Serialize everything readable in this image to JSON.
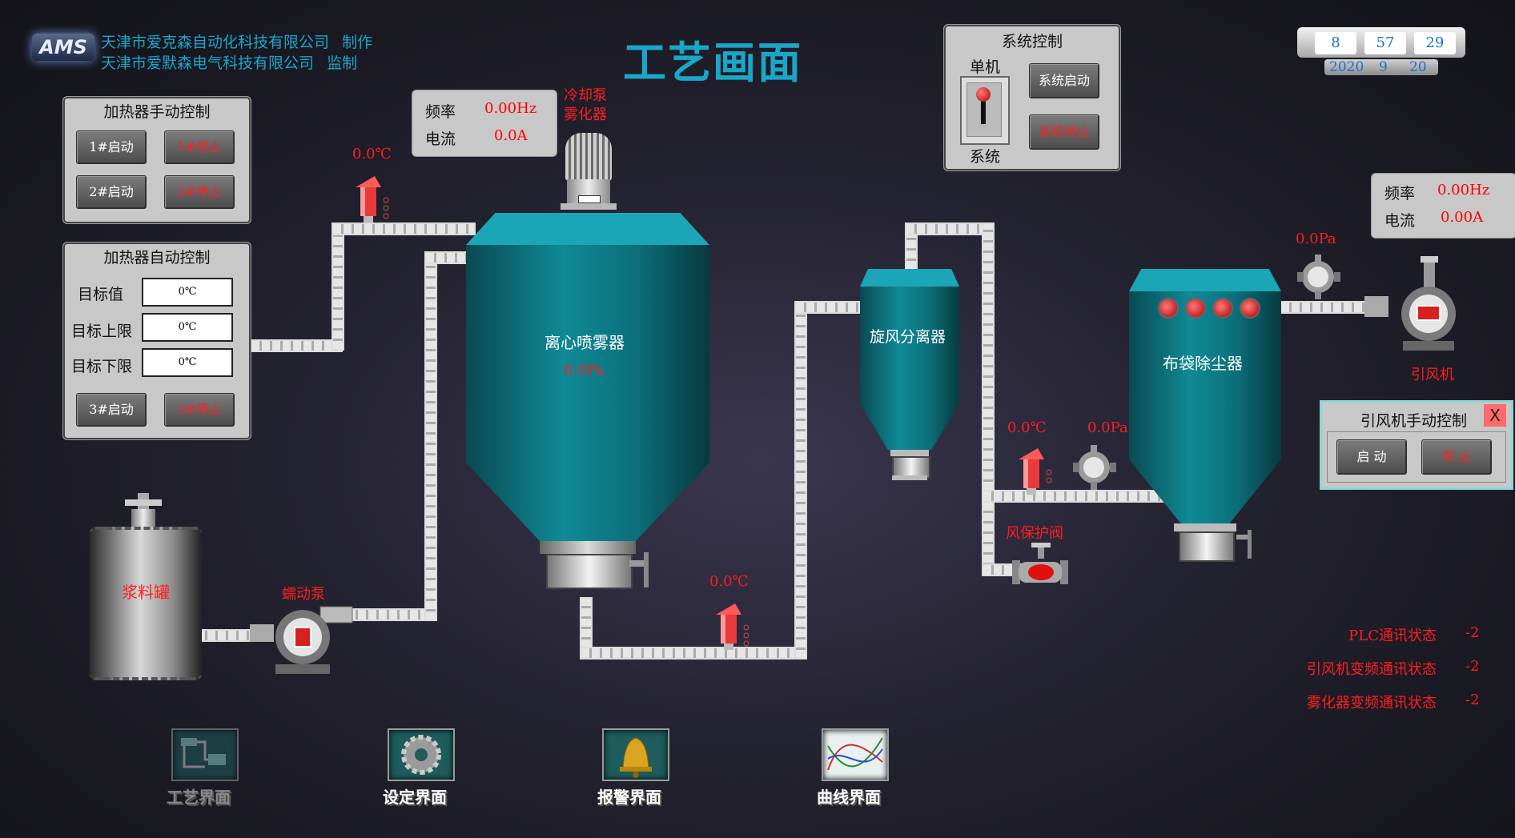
{
  "header": {
    "logo": "AMS",
    "company1": "天津市爱克森自动化科技有限公司",
    "role1": "制作",
    "company2": "天津市爱默森电气科技有限公司",
    "role2": "监制",
    "title": "工艺画面"
  },
  "clock": {
    "hour": "8",
    "minute": "57",
    "second": "29",
    "year": "2020",
    "month": "9",
    "day": "20"
  },
  "heater_manual": {
    "title": "加热器手动控制",
    "start1": "1#启动",
    "stop1": "1#停止",
    "start2": "2#启动",
    "stop2": "2#停止"
  },
  "heater_auto": {
    "title": "加热器自动控制",
    "target_label": "目标值",
    "target_value": "0℃",
    "upper_label": "目标上限",
    "upper_value": "0℃",
    "lower_label": "目标下限",
    "lower_value": "0℃",
    "start3": "3#启动",
    "stop3": "3#停止"
  },
  "atomizer_readout": {
    "freq_label": "频率",
    "freq_value": "0.00Hz",
    "current_label": "电流",
    "current_value": "0.0A"
  },
  "atomizer_name": "冷却泵\n雾化器",
  "system_control": {
    "title": "系统控制",
    "single_label": "单机",
    "system_label": "系统",
    "start": "系统启动",
    "stop": "系统停止"
  },
  "fan_readout": {
    "freq_label": "频率",
    "freq_value": "0.00Hz",
    "current_label": "电流",
    "current_value": "0.00A"
  },
  "equipment": {
    "tank": "浆料罐",
    "pump": "蠕动泵",
    "sprayer": "离心喷雾器",
    "sprayer_pressure": "0.0Pa",
    "cyclone": "旋风分离器",
    "bag_filter": "布袋除尘器",
    "fan": "引风机",
    "protect_valve": "风保护阀"
  },
  "sensors": {
    "temp_inlet": "0.0℃",
    "temp_bottom": "0.0℃",
    "temp_mid": "0.0℃",
    "pressure_mid": "0.0Pa",
    "pressure_fan": "0.0Pa"
  },
  "fan_manual": {
    "title": "引风机手动控制",
    "close": "X",
    "start": "启 动",
    "stop": "停 止"
  },
  "status": [
    {
      "label": "PLC通讯状态",
      "value": "-2"
    },
    {
      "label": "引风机变频通讯状态",
      "value": "-2"
    },
    {
      "label": "雾化器变频通讯状态",
      "value": "-2"
    }
  ],
  "nav": [
    {
      "label": "工艺界面",
      "icon": "process-icon"
    },
    {
      "label": "设定界面",
      "icon": "gear-icon"
    },
    {
      "label": "报警界面",
      "icon": "bell-icon"
    },
    {
      "label": "曲线界面",
      "icon": "chart-icon"
    }
  ],
  "colors": {
    "accent_cyan": "#1aa6c8",
    "vessel_teal": "#0e8a94",
    "alarm_red": "#ff1e1e",
    "panel_gray": "#c8c8c8"
  }
}
